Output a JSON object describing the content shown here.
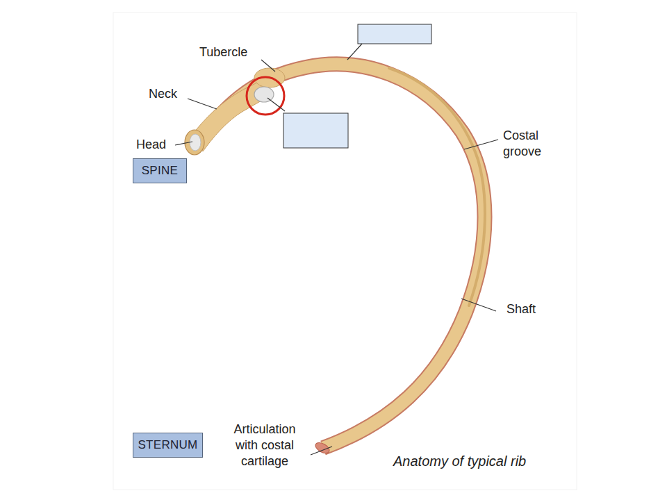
{
  "diagram": {
    "caption": "Anatomy of typical rib",
    "nodes": [
      {
        "text": [
          "SPINE"
        ]
      },
      {
        "text": [
          "STERNUM"
        ]
      }
    ],
    "labels": [
      "Tubercle",
      "Neck",
      "Head",
      "Costal groove",
      "Shaft",
      "Articulation with costal cartilage"
    ]
  }
}
